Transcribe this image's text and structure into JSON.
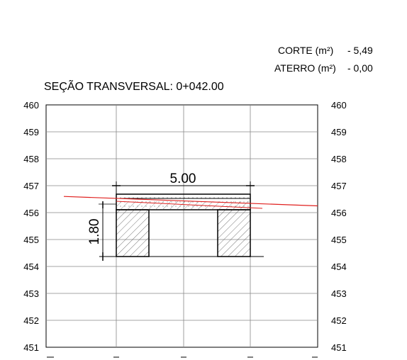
{
  "summary": {
    "corte_label": "CORTE (m²)",
    "corte_value": "- 5,49",
    "aterro_label": "ATERRO (m²)",
    "aterro_value": "- 0,00"
  },
  "section_title": "SEÇÃO TRANSVERSAL: 0+042.00",
  "elevation_axis": {
    "min": 451,
    "max": 460,
    "ticks": [
      "460",
      "459",
      "458",
      "457",
      "456",
      "455",
      "454",
      "453",
      "452",
      "451"
    ]
  },
  "dimensions": {
    "width_label": "5.00",
    "height_label": "1.80"
  },
  "structure": {
    "top_elevation": 456.68,
    "slab_bottom_elevation": 456.13,
    "base_elevation": 454.39
  },
  "terrain": {
    "color": "#e0201e",
    "left_elevation": 456.6,
    "right_elevation": 456.25
  }
}
